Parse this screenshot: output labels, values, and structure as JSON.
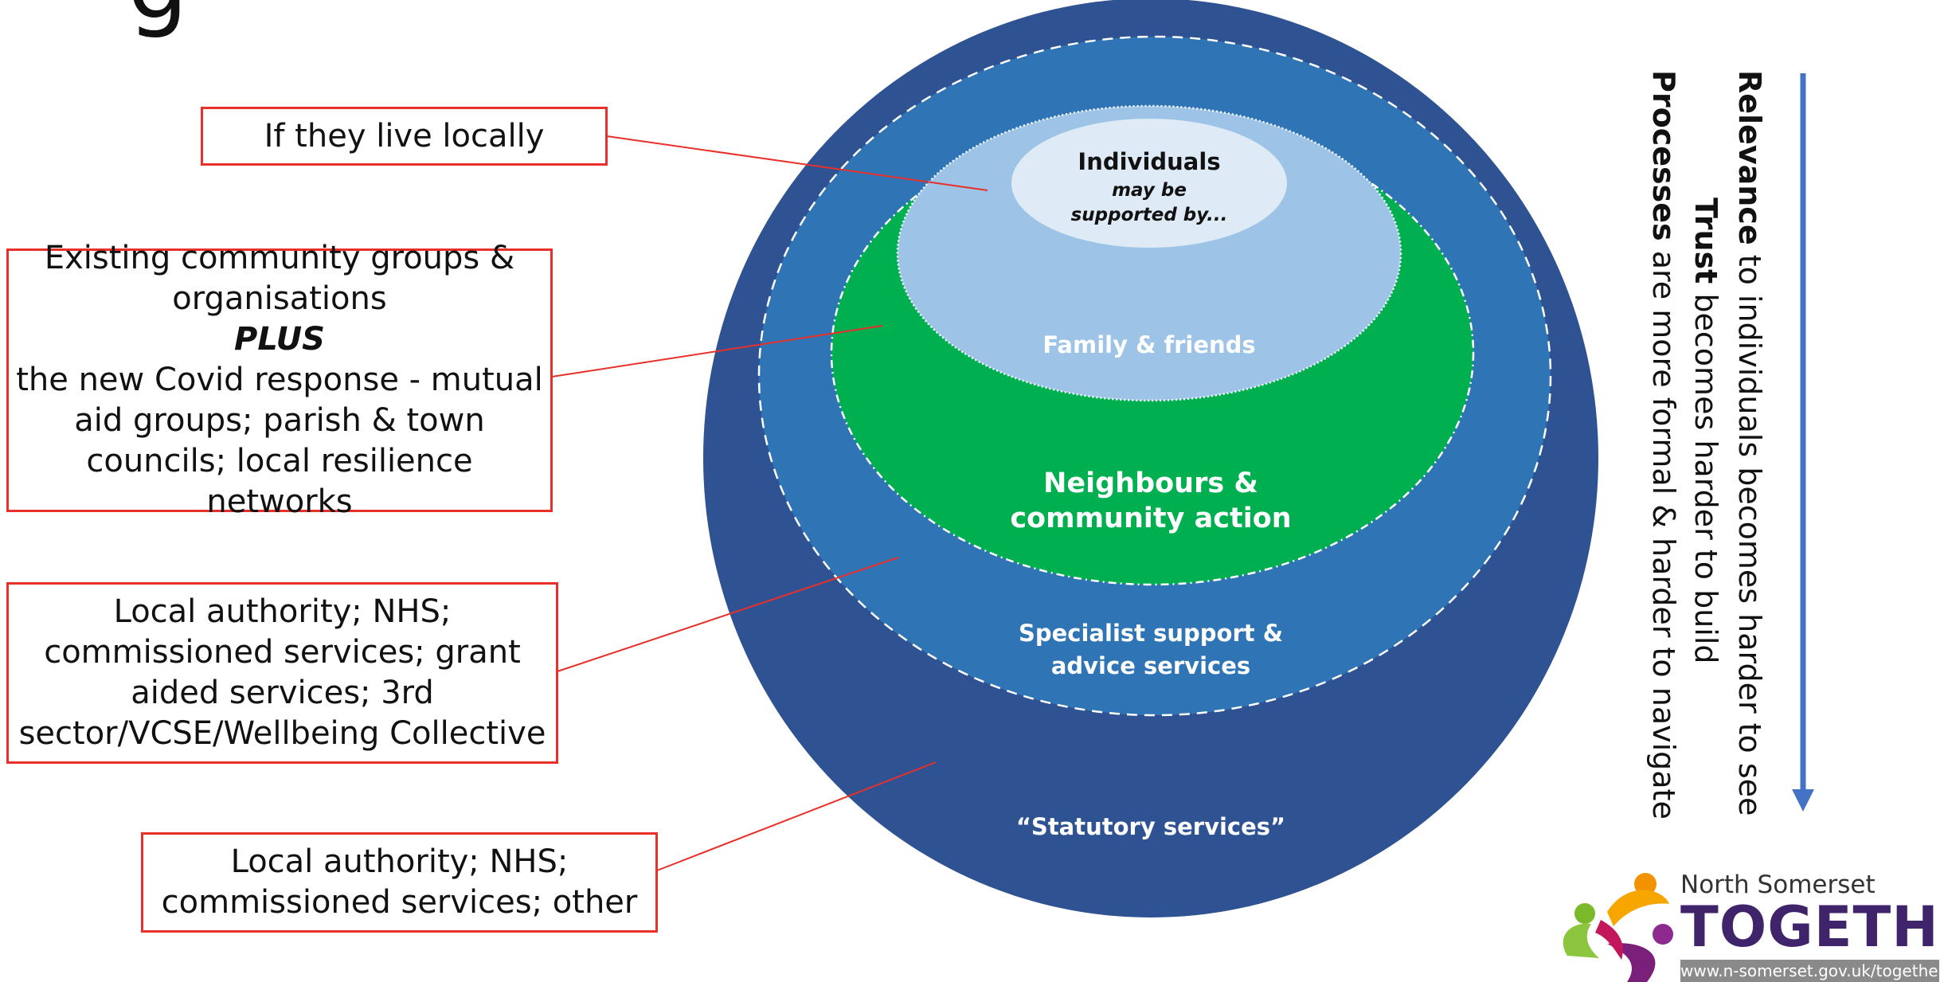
{
  "title_fragment": "g",
  "layers": {
    "individuals_title": "Individuals",
    "individuals_sub_1": "may be",
    "individuals_sub_2": "supported by...",
    "family": "Family & friends",
    "neighbours_1": "Neighbours &",
    "neighbours_2": "community action",
    "specialist_1": "Specialist support &",
    "specialist_2": "advice services",
    "statutory": "“Statutory services”"
  },
  "callouts": {
    "locally": [
      "If they live locally"
    ],
    "community": [
      "Existing community groups &",
      "organisations",
      "PLUS",
      "the new Covid response - mutual",
      "aid groups; parish & town",
      "councils; local resilience networks"
    ],
    "specialist": [
      "Local authority; NHS;",
      "commissioned services; grant",
      "aided services; 3rd",
      "sector/VCSE/Wellbeing Collective"
    ],
    "statutory": [
      "Local authority; NHS;",
      "commissioned services; other"
    ]
  },
  "side_notes": [
    {
      "bold": "Relevance",
      "rest": " to individuals becomes harder to see"
    },
    {
      "bold": "Trust",
      "rest": " becomes harder to build"
    },
    {
      "bold": "Processes",
      "rest": " are more formal & harder to navigate"
    }
  ],
  "logo": {
    "place": "North Somerset",
    "word": "TOGETHER",
    "url": "www.n-somerset.gov.uk/together"
  },
  "colors": {
    "statutory": "#2e5292",
    "specialist": "#2f75b6",
    "community": "#00b050",
    "family": "#9dc3e6",
    "individuals": "#deebf7",
    "callout_border": "#e8302a",
    "arrow": "#4472c4"
  }
}
